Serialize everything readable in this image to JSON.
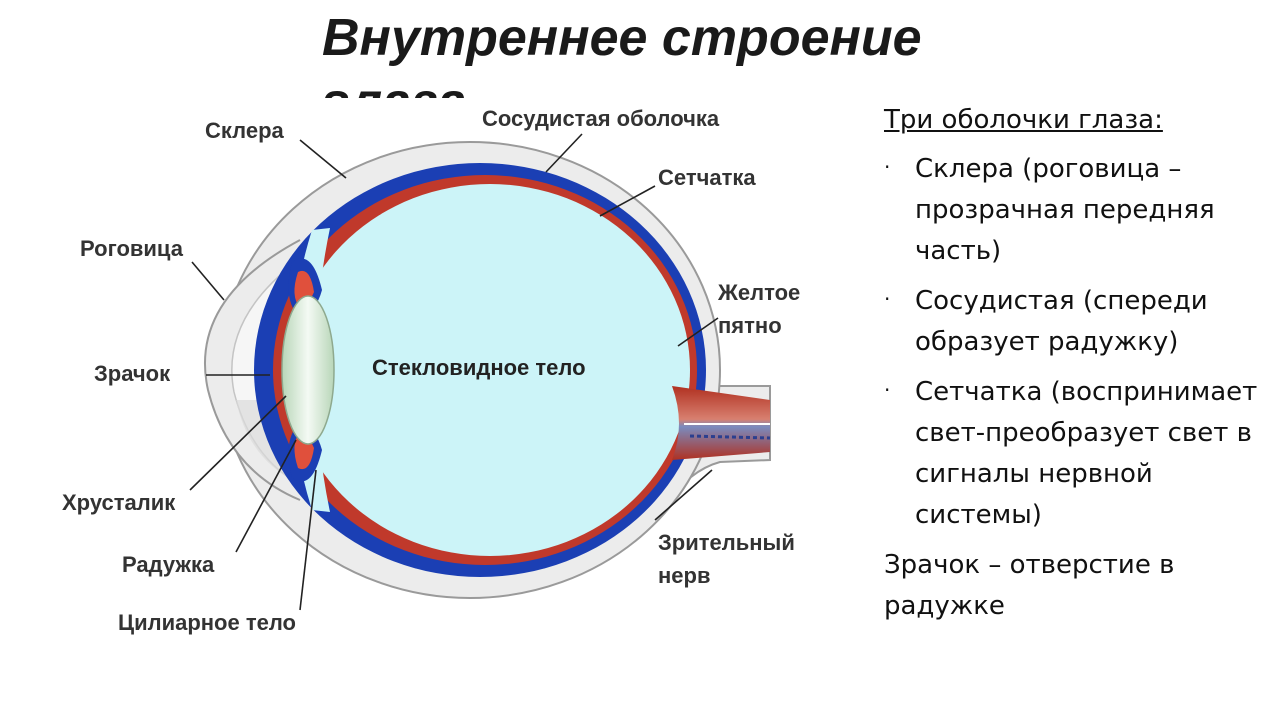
{
  "slide": {
    "title": "Внутреннее строение глаза"
  },
  "diagram": {
    "labels": {
      "sclera": "Склера",
      "choroid": "Сосудистая оболочка",
      "retina": "Сетчатка",
      "cornea": "Роговица",
      "macula_line1": "Желтое",
      "macula_line2": "пятно",
      "pupil": "Зрачок",
      "vitreous": "Стекловидное тело",
      "lens": "Хрусталик",
      "iris": "Радужка",
      "optic_nerve_line1": "Зрительный",
      "optic_nerve_line2": "нерв",
      "ciliary": "Цилиарное тело"
    },
    "colors": {
      "sclera": "#ececec",
      "choroid": "#1b3fb4",
      "retina": "#c0392b",
      "vitreous": "#ccf4f8",
      "lens": "#cfe3cf",
      "iris": "#e0503c"
    }
  },
  "panel": {
    "heading": "Три оболочки глаза:",
    "bullets": [
      {
        "text": "Склера (роговица – прозрачная передняя часть)"
      },
      {
        "text": "Сосудистая (спереди образует радужку)"
      },
      {
        "text": "Сетчатка (воспринимает свет-преобразует свет в сигналы нервной системы)"
      }
    ],
    "bullet_glyph": "·",
    "note": "Зрачок – отверстие в радужке"
  }
}
